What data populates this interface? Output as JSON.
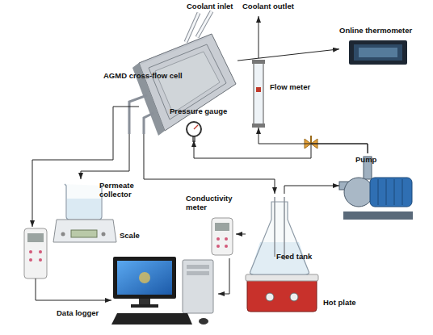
{
  "diagram": {
    "nodes": [
      {
        "text": [
          "AGMD cross-flow cell"
        ]
      },
      {
        "text": [
          "Online thermometer"
        ]
      },
      {
        "text": [
          "Flow meter"
        ]
      },
      {
        "text": [
          "Pressure gauge"
        ]
      },
      {
        "text": [
          "Pump"
        ]
      },
      {
        "text": [
          "Permeate collector"
        ]
      },
      {
        "text": [
          "Scale"
        ]
      },
      {
        "text": [
          "Conductivity meter"
        ]
      },
      {
        "text": [
          "Feed tank"
        ]
      },
      {
        "text": [
          "Hot plate"
        ]
      },
      {
        "text": [
          "Data logger"
        ]
      }
    ],
    "edges": [
      {
        "from": 0,
        "to": 1,
        "arrow": "to"
      },
      {
        "from": 4,
        "to": 2,
        "arrow": "to"
      },
      {
        "from": 4,
        "to": 3,
        "arrow": "to"
      },
      {
        "from": 8,
        "to": 4,
        "arrow": "to"
      },
      {
        "from": 0,
        "to": 8,
        "arrow": "to"
      },
      {
        "from": 8,
        "to": 7,
        "arrow": "to"
      },
      {
        "from": 7,
        "to": 10,
        "arrow": "to"
      },
      {
        "from": 0,
        "to": 5,
        "arrow": "to"
      }
    ],
    "labels": [
      "Coolant inlet",
      "Coolant outlet"
    ]
  }
}
